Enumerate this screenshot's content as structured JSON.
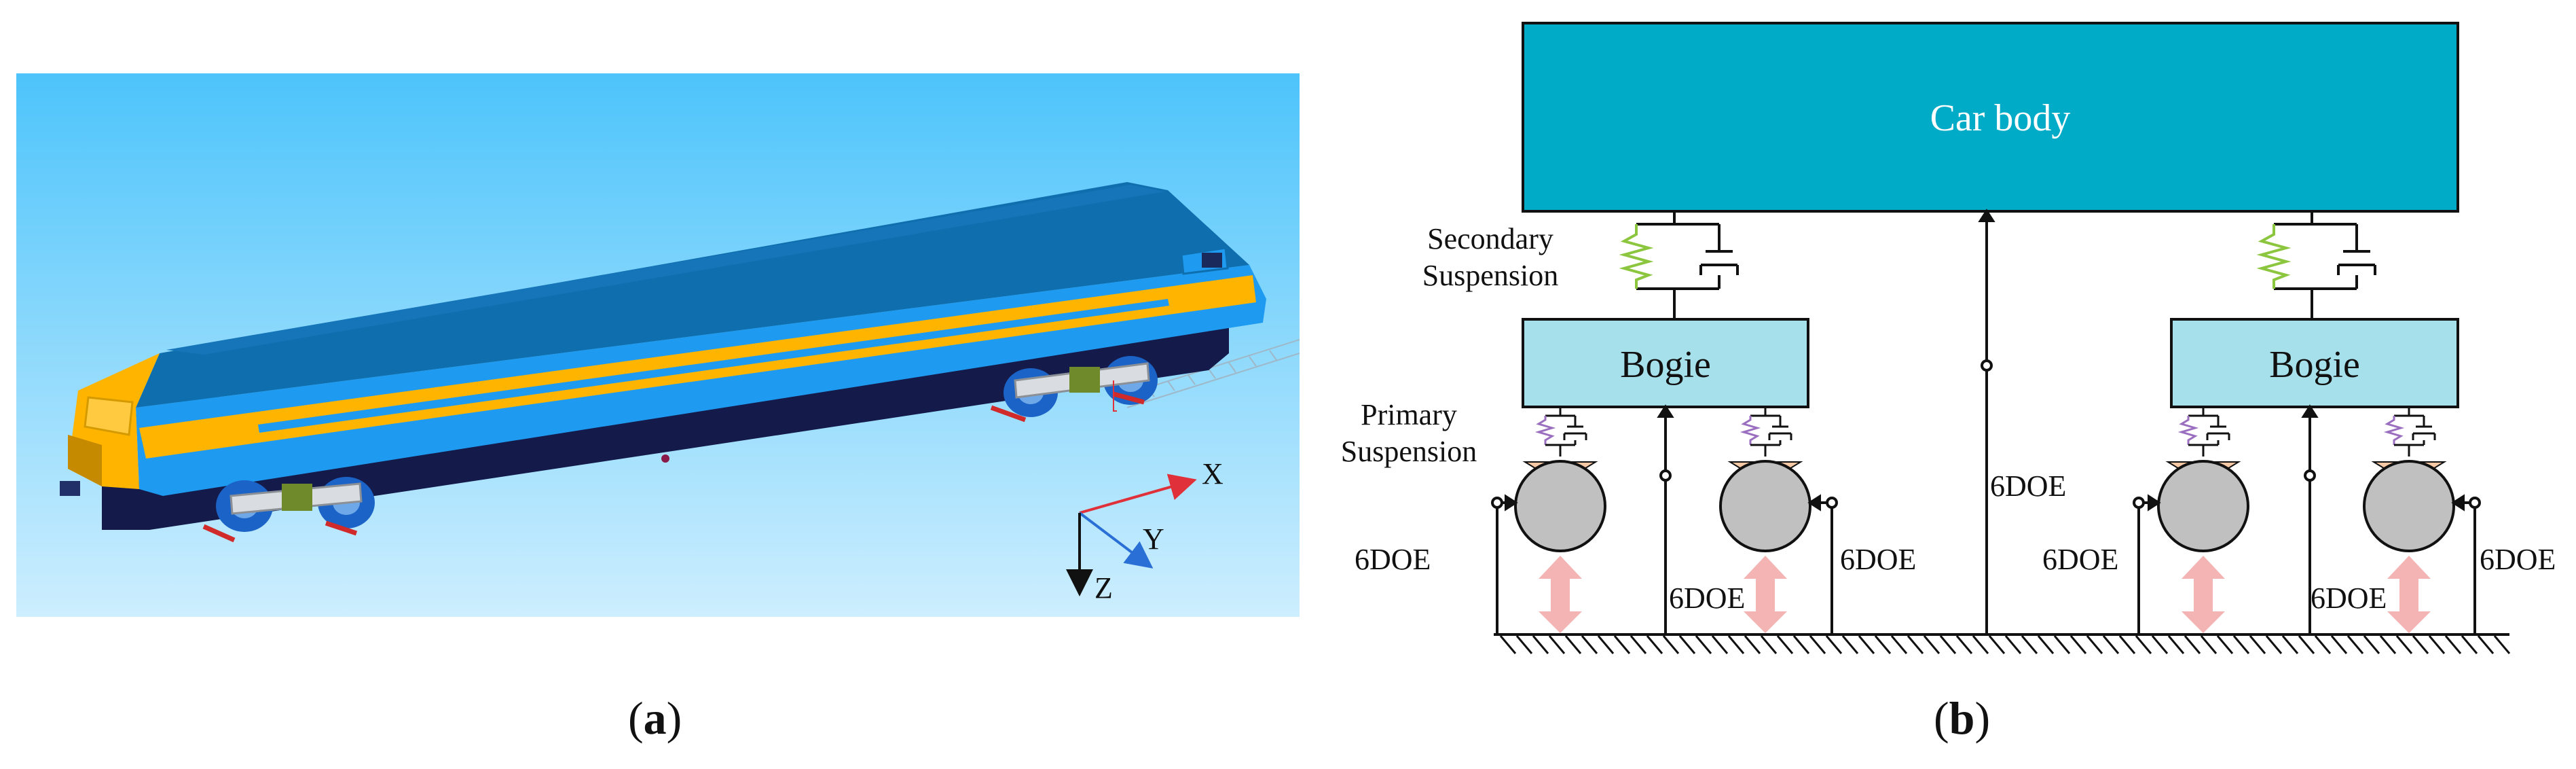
{
  "panel_a": {
    "caption_open": "(",
    "caption_letter": "a",
    "caption_close": ")",
    "axes": {
      "x": "X",
      "y": "Y",
      "z": "Z"
    },
    "colors": {
      "sky_top": "#4dc4fb",
      "sky_bottom": "#cdeefe",
      "body_blue": "#1e9bf0",
      "roof_blue": "#0f6fae",
      "stripe": "#ffb400",
      "axis_x": "#e0303a",
      "axis_y": "#2a6fd6",
      "axis_z": "#111111"
    }
  },
  "panel_b": {
    "caption_open": "(",
    "caption_letter": "b",
    "caption_close": ")",
    "car_body": "Car body",
    "bogie_left": "Bogie",
    "bogie_right": "Bogie",
    "secondary_line1": "Secondary",
    "secondary_line2": "Suspension",
    "primary_line1": "Primary",
    "primary_line2": "Suspension",
    "dof_car": "6DOE",
    "dof_wheel_1": "6DOE",
    "dof_bogie_1": "6DOE",
    "dof_wheel_2": "6DOE",
    "dof_wheel_3": "6DOE",
    "dof_bogie_2": "6DOE",
    "dof_wheel_4": "6DOE",
    "colors": {
      "car_body": "#00abc8",
      "bogie": "#a6e0ea",
      "wheel": "#c0c0c0",
      "wheel_cap": "#f9c9a6",
      "excitation_arrow": "#f4b4b4",
      "spring_green": "#8cc63f",
      "spring_purple": "#9b6fc0"
    }
  }
}
